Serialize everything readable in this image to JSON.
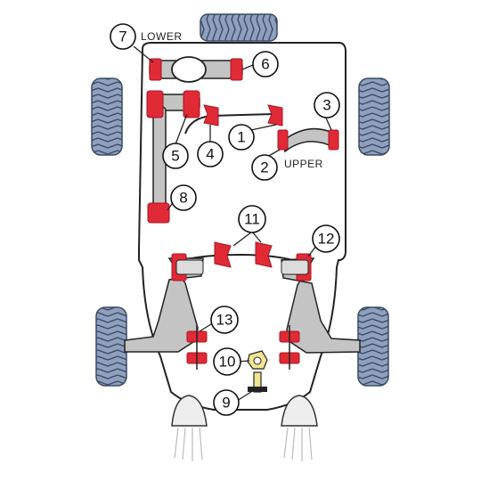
{
  "labels": {
    "lower": "LOWER",
    "upper": "UPPER"
  },
  "callouts": [
    "1",
    "2",
    "3",
    "4",
    "5",
    "6",
    "7",
    "8",
    "9",
    "10",
    "11",
    "12",
    "13"
  ],
  "colors": {
    "bush_red": "#e02a35",
    "bush_dark": "#a8141f",
    "metal_grey": "#bdbdbd",
    "tyre_blue": "#8a9bb8",
    "tyre_dark": "#3c4a66",
    "mount_yellow": "#f4e690",
    "outline": "#222222"
  }
}
